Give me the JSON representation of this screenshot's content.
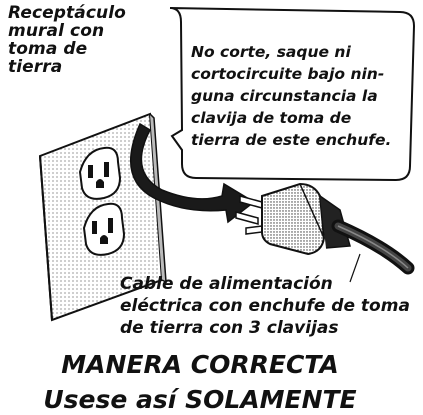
{
  "receptacle_label": [
    "Receptáculo",
    "mural con",
    "toma de",
    "tierra"
  ],
  "warning_text": [
    "No corte, saque ni",
    "cortocircuite bajo nin-",
    "guna circunstancia la",
    "clavija de toma de",
    "tierra de este enchufe."
  ],
  "cable_label": [
    "Cable de alimentación",
    "eléctrica con enchufe de toma",
    "de tierra con 3 clavijas"
  ],
  "title_line1": "MANERA CORRECTA",
  "title_line2": "Usese así SOLAMENTE"
}
